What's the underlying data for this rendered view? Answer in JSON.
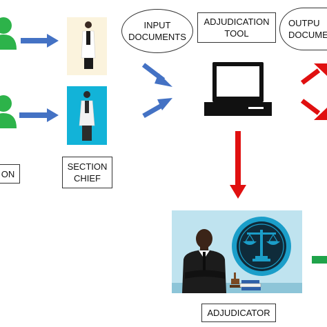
{
  "labels": {
    "left_partial": "ON",
    "section_chief": [
      "SECTION",
      "CHIEF"
    ],
    "input_documents": [
      "INPUT",
      "DOCUMENTS"
    ],
    "adjudication_tool": [
      "ADJUDICATION",
      "TOOL"
    ],
    "output_documents": [
      "OUTPU",
      "DOCUME"
    ],
    "adjudicator": "ADJUDICATOR"
  },
  "colors": {
    "user_green": "#2db34a",
    "arrow_blue": "#4472c4",
    "arrow_red": "#e01010",
    "arrow_green": "#1fa34a",
    "scene_bg": "#bfe3ef",
    "pc_black": "#111111"
  },
  "icons": [
    "user-icon",
    "doctor-icon",
    "computer-icon",
    "scales-of-justice-icon",
    "gavel-icon"
  ]
}
